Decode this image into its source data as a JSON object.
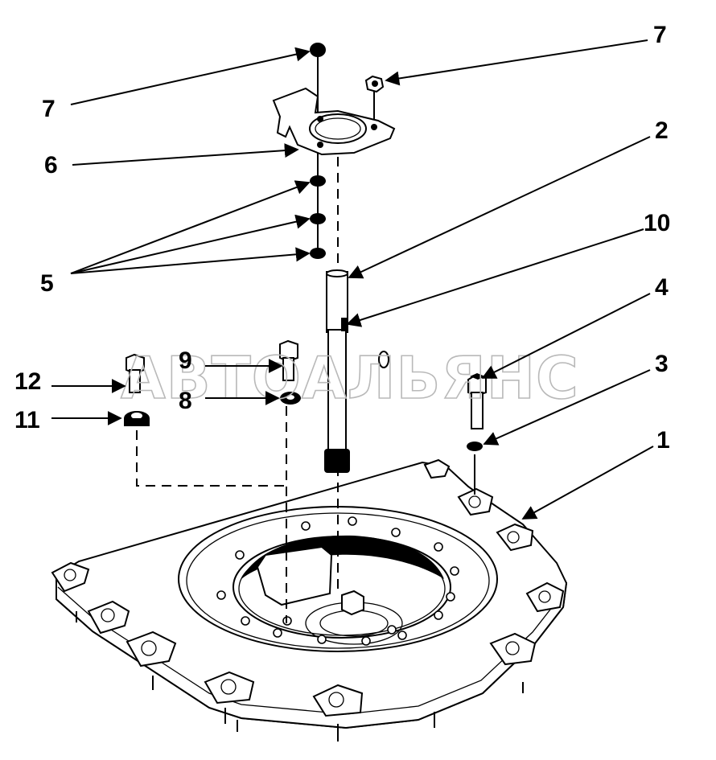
{
  "watermark": "АВТОАЛЬЯНС",
  "callouts": {
    "c1": "1",
    "c2": "2",
    "c3": "3",
    "c4": "4",
    "c5": "5",
    "c6": "6",
    "c7_left": "7",
    "c7_right": "7",
    "c8": "8",
    "c9": "9",
    "c10": "10",
    "c11": "11",
    "c12": "12"
  }
}
